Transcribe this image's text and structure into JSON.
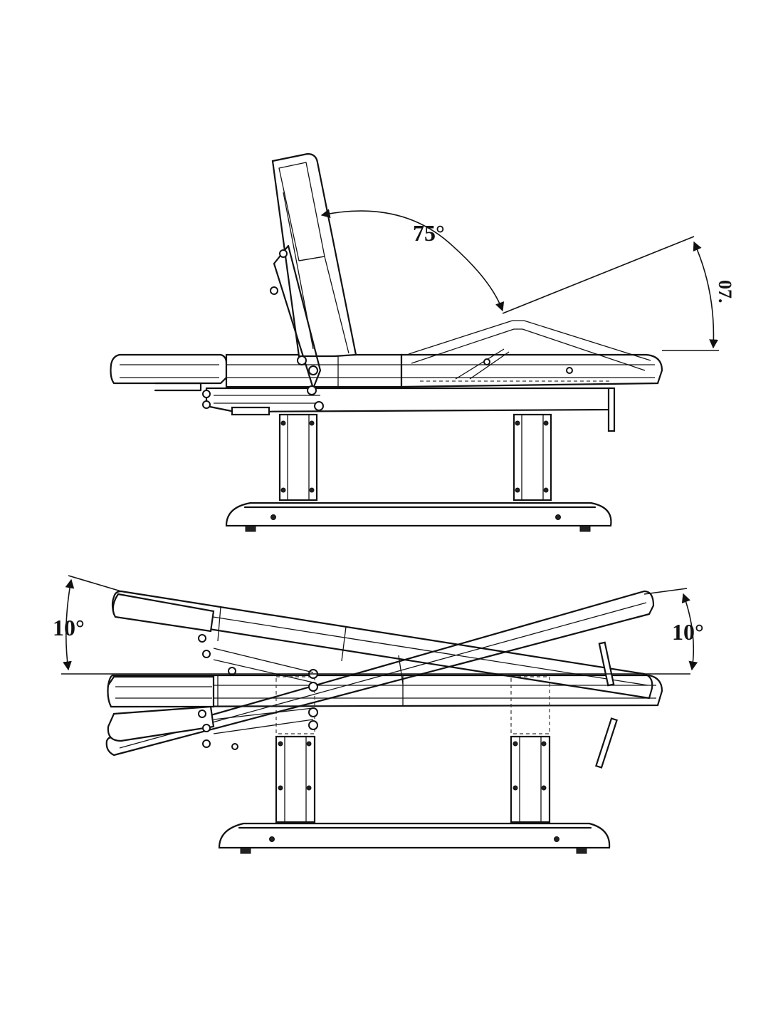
{
  "diagram": {
    "top_view": {
      "backrest_angle": "75°",
      "legrest_angle": "07."
    },
    "bottom_view": {
      "head_tilt_angle": "10°",
      "foot_tilt_angle": "10°"
    }
  }
}
